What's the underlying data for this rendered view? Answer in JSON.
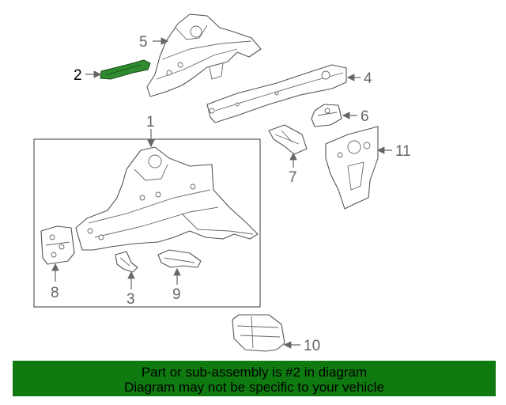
{
  "diagram": {
    "callouts": [
      "1",
      "2",
      "3",
      "4",
      "5",
      "6",
      "7",
      "8",
      "9",
      "10",
      "11"
    ],
    "highlighted_part": "2",
    "highlight_color": "#2e8b2e",
    "line_color": "#555555"
  },
  "banner": {
    "line1": "Part or sub-assembly is #2 in diagram",
    "line2": "Diagram may not be specific to your vehicle",
    "background_color": "#0f7a0f"
  }
}
